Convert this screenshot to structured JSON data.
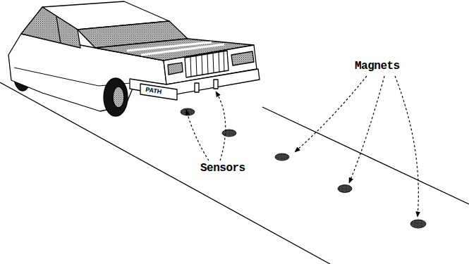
{
  "diagram": {
    "labels": [
      "Magnets",
      "PATH",
      "Sensors"
    ]
  }
}
